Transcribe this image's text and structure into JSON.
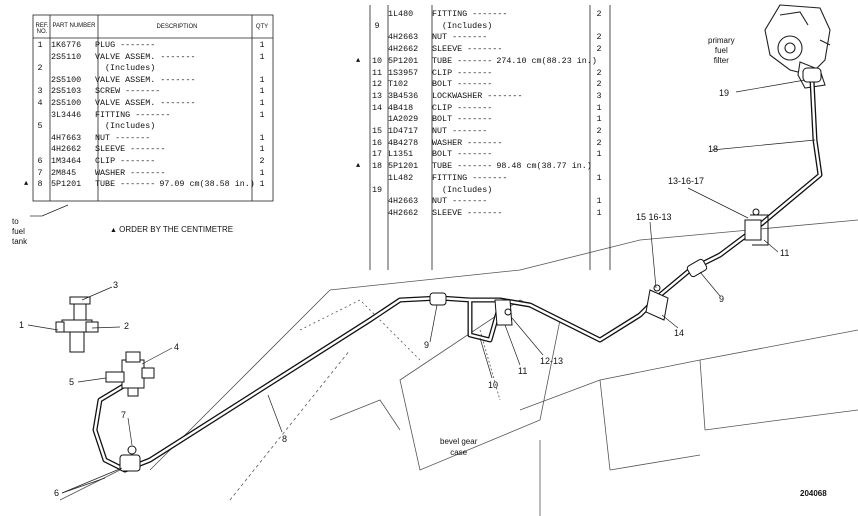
{
  "table_left": {
    "headers": {
      "ref_no": "REF. NO.",
      "part_number": "PART NUMBER",
      "description": "DESCRIPTION",
      "qty": "QTY"
    },
    "rows": [
      {
        "ref": "1",
        "part": "1K6776",
        "desc": "PLUG",
        "qty": "1"
      },
      {
        "ref": "",
        "part": "2S5110",
        "desc": "VALVE ASSEM.",
        "qty": "1"
      },
      {
        "ref": "2",
        "part": "",
        "desc": "(Includes)",
        "qty": ""
      },
      {
        "ref": "",
        "part": "2S5100",
        "desc": "VALVE ASSEM.",
        "qty": "1"
      },
      {
        "ref": "3",
        "part": "2S5103",
        "desc": "SCREW",
        "qty": "1"
      },
      {
        "ref": "4",
        "part": "2S5100",
        "desc": "VALVE ASSEM.",
        "qty": "1"
      },
      {
        "ref": "",
        "part": "3L3446",
        "desc": "FITTING",
        "qty": "1"
      },
      {
        "ref": "5",
        "part": "",
        "desc": "(Includes)",
        "qty": ""
      },
      {
        "ref": "",
        "part": "4H7663",
        "desc": "NUT",
        "qty": "1"
      },
      {
        "ref": "",
        "part": "4H2662",
        "desc": "SLEEVE",
        "qty": "1"
      },
      {
        "ref": "6",
        "part": "1M3464",
        "desc": "CLIP",
        "qty": "2"
      },
      {
        "ref": "7",
        "part": "2M845",
        "desc": "WASHER",
        "qty": "1"
      },
      {
        "ref": "8",
        "part": "5P1201",
        "desc": "TUBE",
        "qty": "1",
        "extra": "97.09 cm(38.58 in.)",
        "marked": true
      }
    ]
  },
  "table_right": {
    "rows": [
      {
        "ref": "",
        "part": "1L480",
        "desc": "FITTING",
        "qty": "2"
      },
      {
        "ref": "9",
        "part": "",
        "desc": "(Includes)",
        "qty": ""
      },
      {
        "ref": "",
        "part": "4H2663",
        "desc": "NUT",
        "qty": "2"
      },
      {
        "ref": "",
        "part": "4H2662",
        "desc": "SLEEVE",
        "qty": "2"
      },
      {
        "ref": "10",
        "part": "5P1201",
        "desc": "TUBE",
        "qty": "",
        "extra": "274.10 cm(88.23 in.)",
        "marked": true
      },
      {
        "ref": "11",
        "part": "1S3957",
        "desc": "CLIP",
        "qty": "2"
      },
      {
        "ref": "12",
        "part": "T102",
        "desc": "BOLT",
        "qty": "2"
      },
      {
        "ref": "13",
        "part": "3B4536",
        "desc": "LOCKWASHER",
        "qty": "3"
      },
      {
        "ref": "14",
        "part": "4B418",
        "desc": "CLIP",
        "qty": "1"
      },
      {
        "ref": "",
        "part": "1A2029",
        "desc": "BOLT",
        "qty": "1"
      },
      {
        "ref": "15",
        "part": "1D4717",
        "desc": "NUT",
        "qty": "2"
      },
      {
        "ref": "16",
        "part": "4B4278",
        "desc": "WASHER",
        "qty": "2"
      },
      {
        "ref": "17",
        "part": "L1351",
        "desc": "BOLT",
        "qty": "1"
      },
      {
        "ref": "18",
        "part": "5P1201",
        "desc": "TUBE",
        "qty": "",
        "extra": "98.48 cm(38.77 in.)",
        "marked": true
      },
      {
        "ref": "",
        "part": "1L482",
        "desc": "FITTING",
        "qty": "1"
      },
      {
        "ref": "19",
        "part": "",
        "desc": "(Includes)",
        "qty": ""
      },
      {
        "ref": "",
        "part": "4H2663",
        "desc": "NUT",
        "qty": "1"
      },
      {
        "ref": "",
        "part": "4H2662",
        "desc": "SLEEVE",
        "qty": "1"
      }
    ]
  },
  "notes": {
    "order_note": "ORDER BY THE CENTIMETRE",
    "to_fuel_tank": [
      "to",
      "fuel",
      "tank"
    ],
    "primary_fuel_filter": [
      "primary",
      "fuel",
      "filter"
    ],
    "bevel_gear_case": [
      "bevel gear",
      "case"
    ],
    "figure_number": "204068"
  },
  "callouts": {
    "c1": "1",
    "c2": "2",
    "c3": "3",
    "c4": "4",
    "c5": "5",
    "c6": "6",
    "c7": "7",
    "c8": "8",
    "c9a": "9",
    "c9b": "9",
    "c10": "10",
    "c11a": "11",
    "c11b": "11",
    "c1213": "12-13",
    "c14": "14",
    "c151613": "15 16-13",
    "c131617": "13-16-17",
    "c18": "18",
    "c19": "19"
  }
}
